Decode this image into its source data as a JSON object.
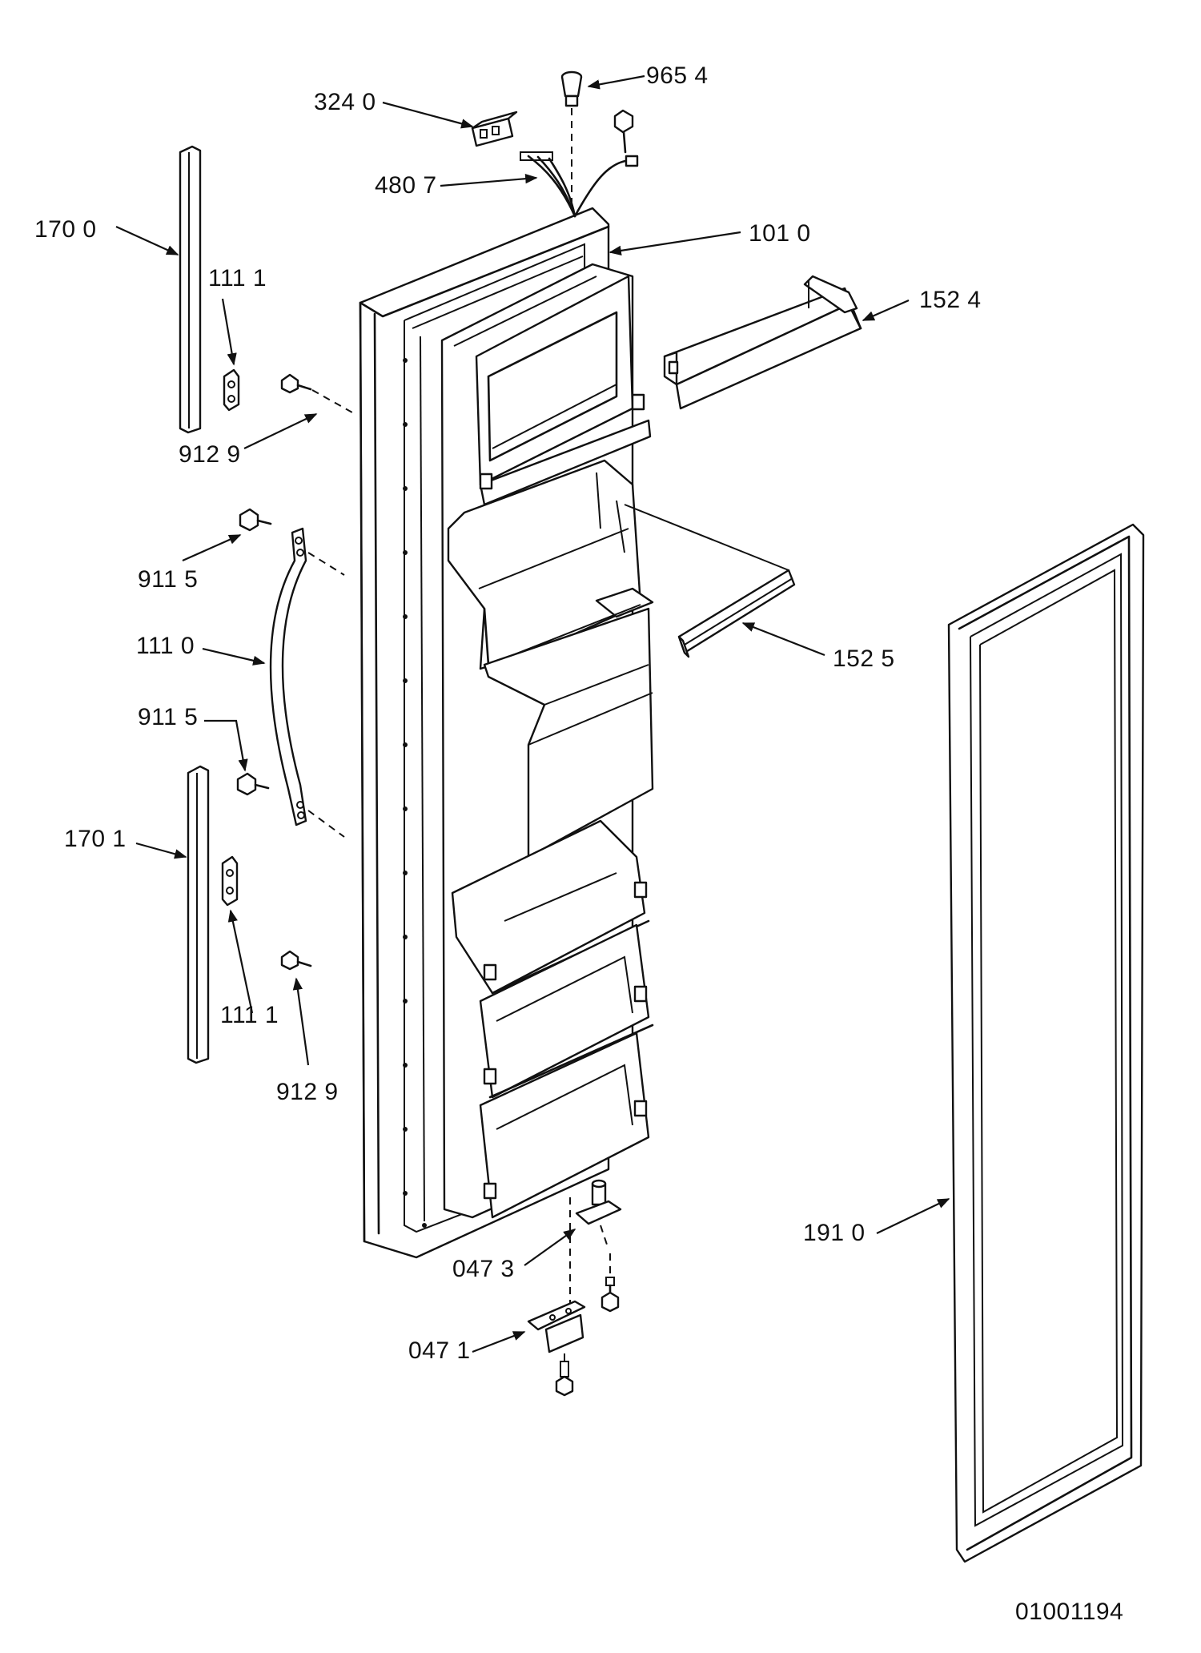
{
  "labels": {
    "p9654": "965 4",
    "p3240": "324 0",
    "p4807": "480 7",
    "p1010": "101 0",
    "p1700": "170  0",
    "p1111_top": "111 1",
    "p1524": "152 4",
    "p9129_top": "912 9",
    "p9115_top": "911 5",
    "p1110": "111 0",
    "p1525": "152 5",
    "p9115_bottom": "911 5",
    "p1701": "170  1",
    "p1111_bottom": "111  1",
    "p9129_bottom": "912 9",
    "p1910": "191 0",
    "p0473": "047 3",
    "p0471": "047 1"
  },
  "drawing_number": "01001194"
}
